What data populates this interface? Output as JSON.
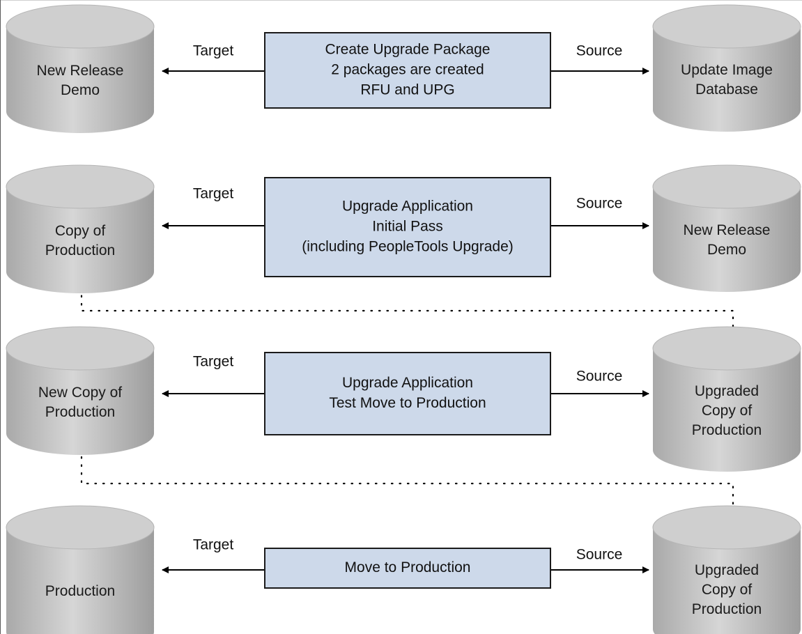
{
  "colors": {
    "cylinder_fill": "#c8c8c8",
    "cylinder_top": "#cfcfcf",
    "box_fill": "#cdd9ea",
    "box_border": "#1a1a1a",
    "line": "#000000"
  },
  "rows": [
    {
      "target_db": [
        "New Release",
        "Demo"
      ],
      "target_label": "Target",
      "process": [
        "Create Upgrade Package",
        "2 packages are created",
        "RFU and UPG"
      ],
      "source_label": "Source",
      "source_db": [
        "Update Image",
        "Database"
      ]
    },
    {
      "target_db": [
        "Copy of",
        "Production"
      ],
      "target_label": "Target",
      "process": [
        "Upgrade Application",
        "Initial Pass",
        "(including PeopleTools Upgrade)"
      ],
      "source_label": "Source",
      "source_db": [
        "New Release",
        "Demo"
      ]
    },
    {
      "target_db": [
        "New Copy of",
        "Production"
      ],
      "target_label": "Target",
      "process": [
        "Upgrade Application",
        "Test Move to Production"
      ],
      "source_label": "Source",
      "source_db": [
        "Upgraded",
        "Copy of",
        "Production"
      ]
    },
    {
      "target_db": [
        "Production"
      ],
      "target_label": "Target",
      "process": [
        "Move to Production"
      ],
      "source_label": "Source",
      "source_db": [
        "Upgraded",
        "Copy of",
        "Production"
      ]
    }
  ]
}
